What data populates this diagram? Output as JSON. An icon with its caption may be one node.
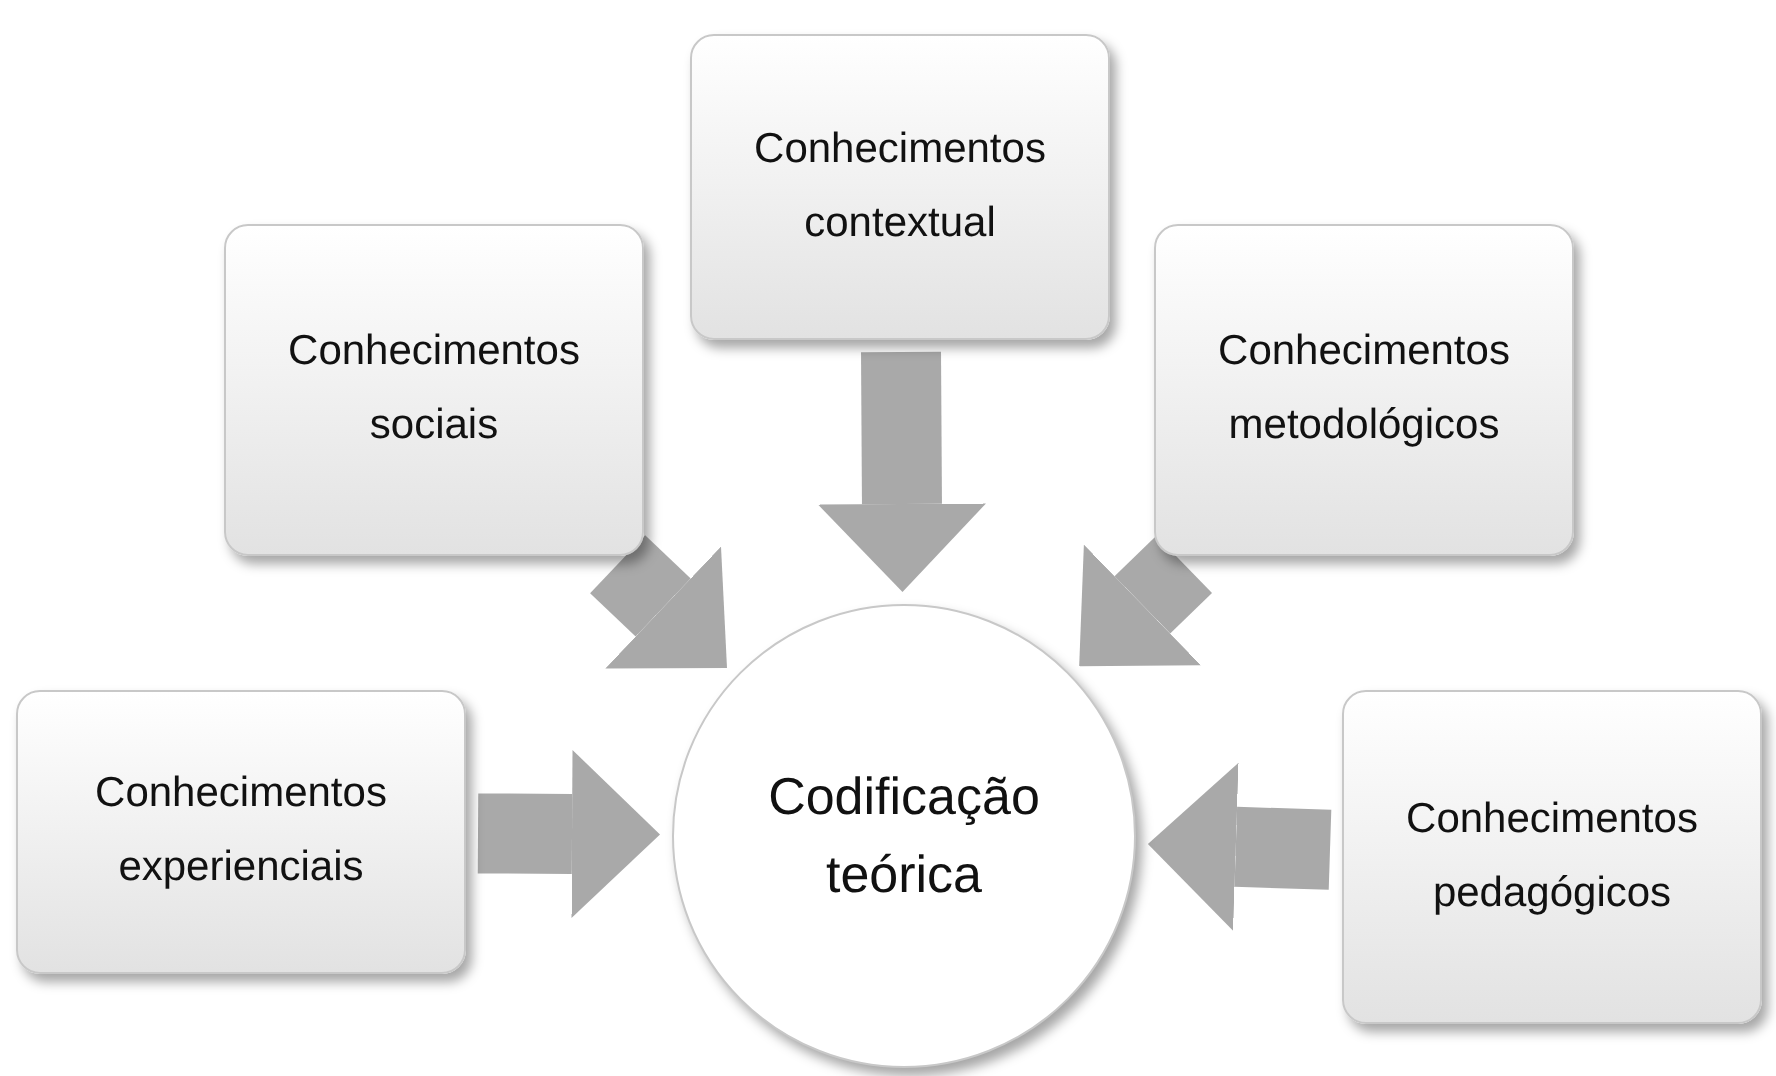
{
  "diagram": {
    "nodes": [
      {
        "text": [
          "Conhecimentos contextual"
        ]
      },
      {
        "text": [
          "Conhecimentos sociais"
        ]
      },
      {
        "text": [
          "Conhecimentos metodológicos"
        ]
      },
      {
        "text": [
          "Conhecimentos experienciais"
        ]
      },
      {
        "text": [
          "Codificação teórica"
        ]
      },
      {
        "text": [
          "Conhecimentos pedagógicos"
        ]
      }
    ],
    "edges": [
      {
        "from": 3,
        "to": 4,
        "arrow": "to"
      },
      {
        "from": 1,
        "to": 4,
        "arrow": "to"
      },
      {
        "from": 0,
        "to": 4,
        "arrow": "to"
      },
      {
        "from": 2,
        "to": 4,
        "arrow": "to"
      },
      {
        "from": 5,
        "to": 4,
        "arrow": "to"
      }
    ]
  }
}
